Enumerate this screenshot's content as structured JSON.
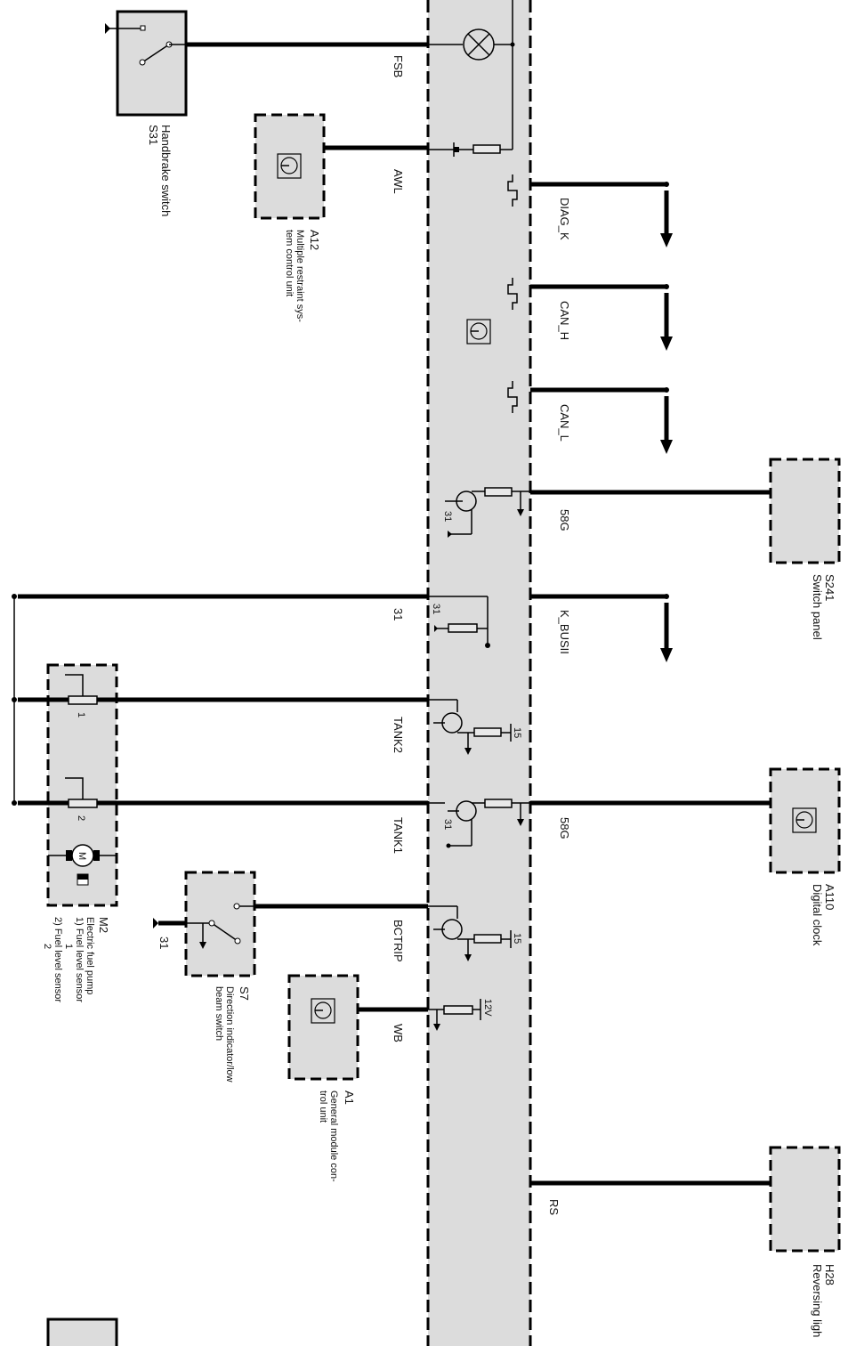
{
  "diagram": {
    "title": "Instrument cluster wiring diagram",
    "strip_color": "#dcdcdc",
    "wire_color": "#000000",
    "components": [
      {
        "id": "S31",
        "name": "Handbrake switch"
      },
      {
        "id": "A12",
        "name_line1": "Multiple restraint sys-",
        "name_line2": "tem control unit"
      },
      {
        "id": "S241",
        "name": "Switch panel"
      },
      {
        "id": "M2",
        "name_line1": "Electric fuel pump",
        "name_line2": "1) Fuel level sensor",
        "name_line3": "1",
        "name_line4": "2) Fuel level sensor",
        "name_line5": "2"
      },
      {
        "id": "A110",
        "name": "Digital clock"
      },
      {
        "id": "S7",
        "name_line1": "Direction indicator/low",
        "name_line2": "beam  switch"
      },
      {
        "id": "A1",
        "name_line1": "General module con-",
        "name_line2": "trol unit"
      },
      {
        "id": "H28",
        "name": "Reversing ligh"
      }
    ],
    "signals": {
      "fsb": "FSB",
      "awl": "AWL",
      "diag_k": "DIAG_K",
      "can_h": "CAN_H",
      "can_l": "CAN_L",
      "g58_1": "58G",
      "k_busii": "K_BUSII",
      "t31": "31",
      "tank2": "TANK2",
      "tank1": "TANK1",
      "g58_2": "58G",
      "bctrip": "BCTRIP",
      "wb": "WB",
      "rs": "RS"
    },
    "internal": {
      "gnd31_a": "31",
      "gnd31_b": "31",
      "gnd31_c": "31",
      "t15_a": "15",
      "t15_b": "15",
      "v12": "12V",
      "s7_gnd": "31",
      "sensor1": "1",
      "sensor2": "2",
      "motor": "M"
    }
  }
}
